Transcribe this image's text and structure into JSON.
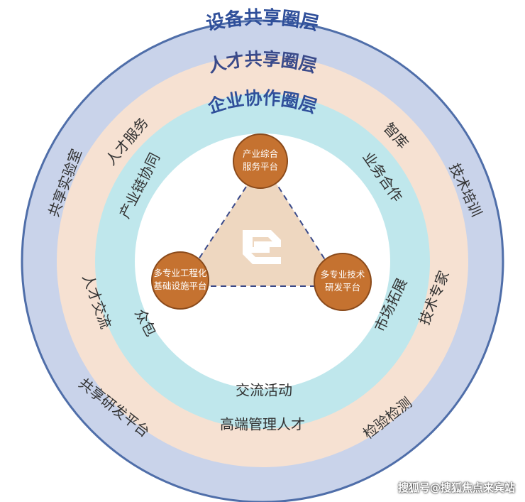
{
  "colors": {
    "outer_ring": "#c9d3ea",
    "outer_border": "#4f6ea9",
    "middle_ring": "#f6e1d2",
    "inner_ring": "#bfe7ec",
    "core": "#ffffff",
    "triangle": "#eed7c0",
    "node": "#c57230",
    "node_border": "#8a4a1b",
    "title_blue": "#2f4f9a",
    "title_dark": "#3a4a8a",
    "text": "#333333"
  },
  "rings": {
    "outer": {
      "title": "设备共享圈层",
      "labels": [
        "共享实验室",
        "技术培训",
        "共享研发平台",
        "检验检测"
      ]
    },
    "middle": {
      "title": "人才共享圈层",
      "labels": [
        "人才服务",
        "智库",
        "人才交流",
        "技术专家",
        "高端管理人才"
      ]
    },
    "inner": {
      "title": "企业协作圈层",
      "labels": [
        "产业链协同",
        "业务合作",
        "众包",
        "市场拓展",
        "交流活动"
      ]
    }
  },
  "nodes": [
    {
      "line1": "产业综合",
      "line2": "服务平台"
    },
    {
      "line1": "多专业工程化",
      "line2": "基础设施平台"
    },
    {
      "line1": "多专业技术",
      "line2": "研发平台"
    }
  ],
  "watermark": "搜狐号@搜狐焦点来宾站"
}
